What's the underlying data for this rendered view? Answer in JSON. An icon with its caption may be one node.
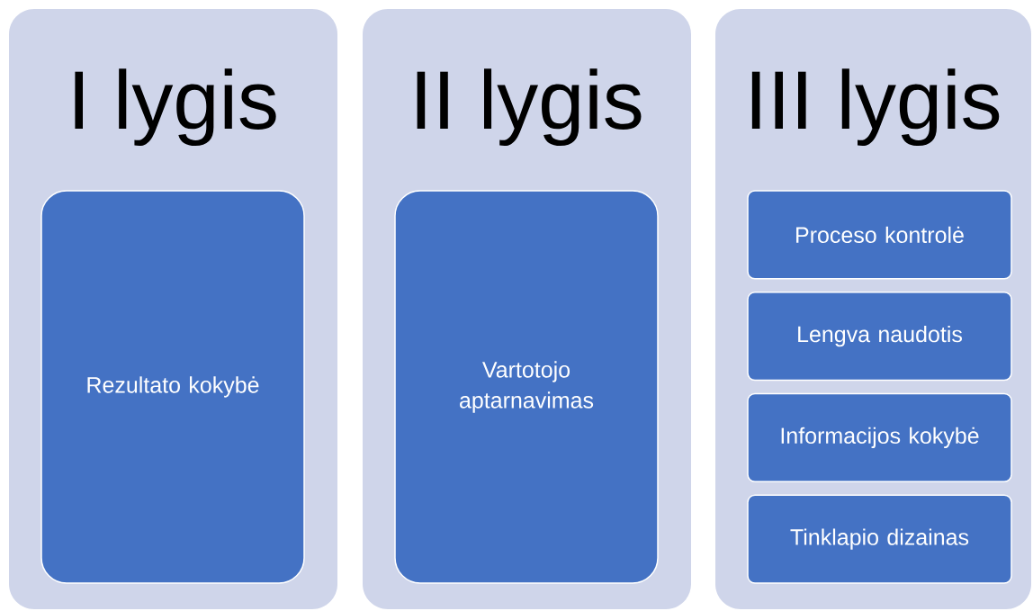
{
  "diagram": {
    "nodes": [
      {
        "text": [
          "I lygis"
        ]
      },
      {
        "text": [
          "Rezultato kokybė"
        ],
        "in": 0
      },
      {
        "text": [
          "II lygis"
        ]
      },
      {
        "text": [
          "Vartotojo aptarnavimas"
        ],
        "in": 2
      },
      {
        "text": [
          "III lygis"
        ]
      },
      {
        "text": [
          "Proceso kontrolė"
        ],
        "in": 4
      },
      {
        "text": [
          "Lengva naudotis"
        ],
        "in": 4
      },
      {
        "text": [
          "Informacijos kokybė"
        ],
        "in": 4
      },
      {
        "text": [
          "Tinklapio dizainas"
        ],
        "in": 4
      }
    ]
  }
}
